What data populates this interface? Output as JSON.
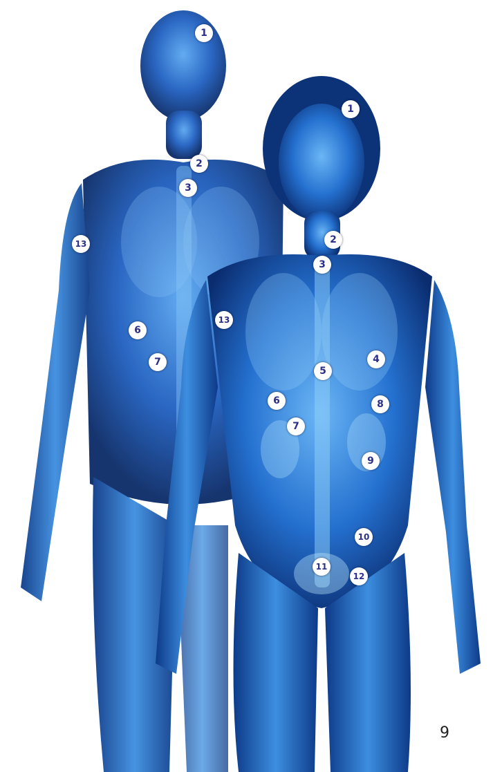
{
  "colors": {
    "body_glow": "#3a86d8",
    "body_dark": "#0a2a66",
    "marker_fill": "#ffffff",
    "marker_text": "#2b2f86"
  },
  "markers": {
    "male": {
      "head": "1",
      "neck_upper": "2",
      "neck_lower": "3",
      "arm": "13",
      "liver": "6",
      "kidney": "7"
    },
    "female": {
      "head": "1",
      "neck_upper": "2",
      "neck_lower": "3",
      "heart": "4",
      "diaphragm": "5",
      "liver": "6",
      "kidney": "7",
      "spleen": "8",
      "left_kidney": "9",
      "arm": "13",
      "intestine": "10",
      "uterus": "11",
      "ovary": "12"
    }
  },
  "page_number": "9"
}
